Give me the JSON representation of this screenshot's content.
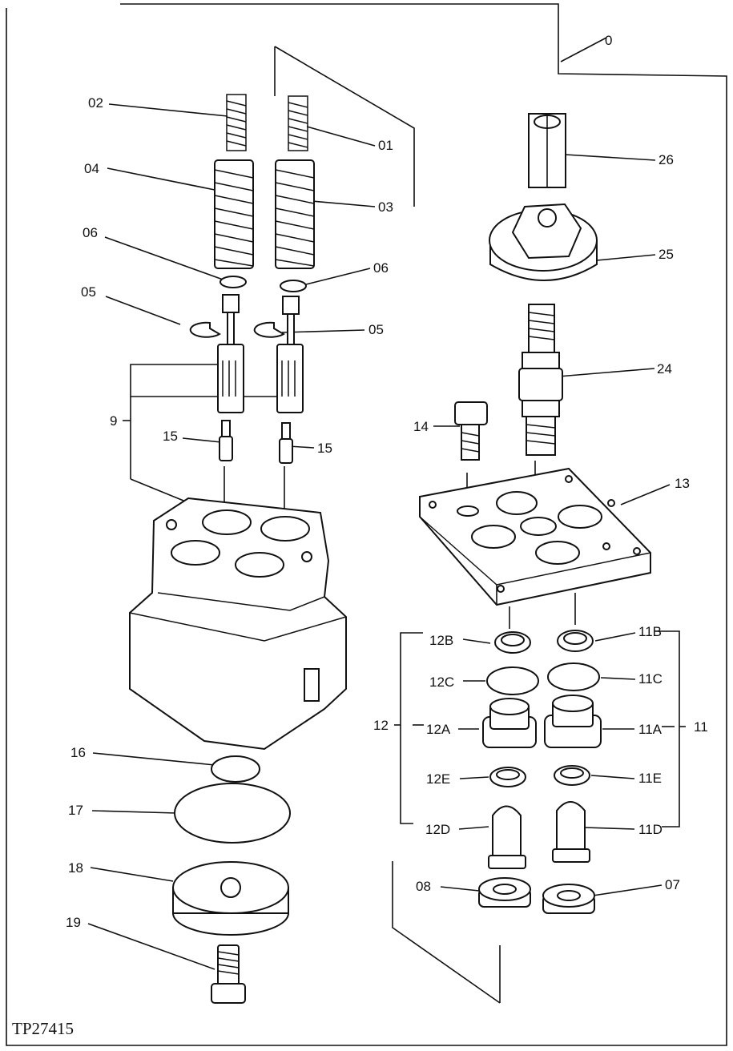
{
  "figure_id": "TP27415",
  "labels": {
    "l0": "0",
    "l01": "01",
    "l02": "02",
    "l03": "03",
    "l04": "04",
    "l05a": "05",
    "l05b": "05",
    "l06a": "06",
    "l06b": "06",
    "l07": "07",
    "l08": "08",
    "l9": "9",
    "l11": "11",
    "l11A": "11A",
    "l11B": "11B",
    "l11C": "11C",
    "l11D": "11D",
    "l11E": "11E",
    "l12": "12",
    "l12A": "12A",
    "l12B": "12B",
    "l12C": "12C",
    "l12D": "12D",
    "l12E": "12E",
    "l13": "13",
    "l14": "14",
    "l15a": "15",
    "l15b": "15",
    "l16": "16",
    "l17": "17",
    "l18": "18",
    "l19": "19",
    "l24": "24",
    "l25": "25",
    "l26": "26"
  }
}
